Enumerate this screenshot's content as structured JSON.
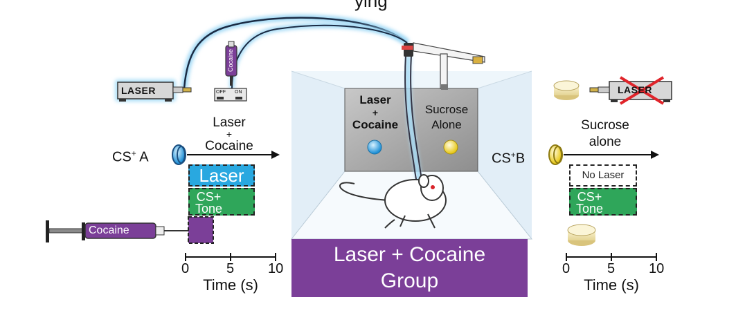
{
  "header": {
    "partial_title": "ying"
  },
  "equipment": {
    "laser_left": "LASER",
    "syringe_label": "Cocaine",
    "switch_off": "OFF",
    "switch_on": "ON",
    "laser_right": "LASER"
  },
  "left_cue": {
    "outcome_line1": "Laser",
    "outcome_line2": "+",
    "outcome_line3": "Cocaine",
    "cs_label": "CS",
    "cs_sup": "+",
    "cs_letter": "A",
    "laser_box": "Laser",
    "tone_line1": "CS+",
    "tone_line2": "Tone",
    "pump_label": "Cocaine",
    "ticks": [
      "0",
      "5",
      "10"
    ],
    "axis_label": "Time (s)"
  },
  "chamber": {
    "left_panel_line1": "Laser",
    "left_panel_line2": "+",
    "left_panel_line3": "Cocaine",
    "right_panel_line1": "Sucrose",
    "right_panel_line2": "Alone"
  },
  "right_cue": {
    "outcome_line1": "Sucrose",
    "outcome_line2": "alone",
    "cs_label": "CS",
    "cs_sup": "+",
    "cs_letter": "B",
    "no_laser_box": "No Laser",
    "tone_line1": "CS+",
    "tone_line2": "Tone",
    "ticks": [
      "0",
      "5",
      "10"
    ],
    "axis_label": "Time (s)"
  },
  "group_box": {
    "line1": "Laser + Cocaine",
    "line2": "Group"
  },
  "colors": {
    "laser_blue": "#29a8e0",
    "tone_green": "#2fa65a",
    "cocaine_purple": "#7b3f98",
    "sucrose_yellow": "#f7e04a",
    "cross_red": "#e0242a",
    "chamber_wall": "#e8f3fa"
  }
}
